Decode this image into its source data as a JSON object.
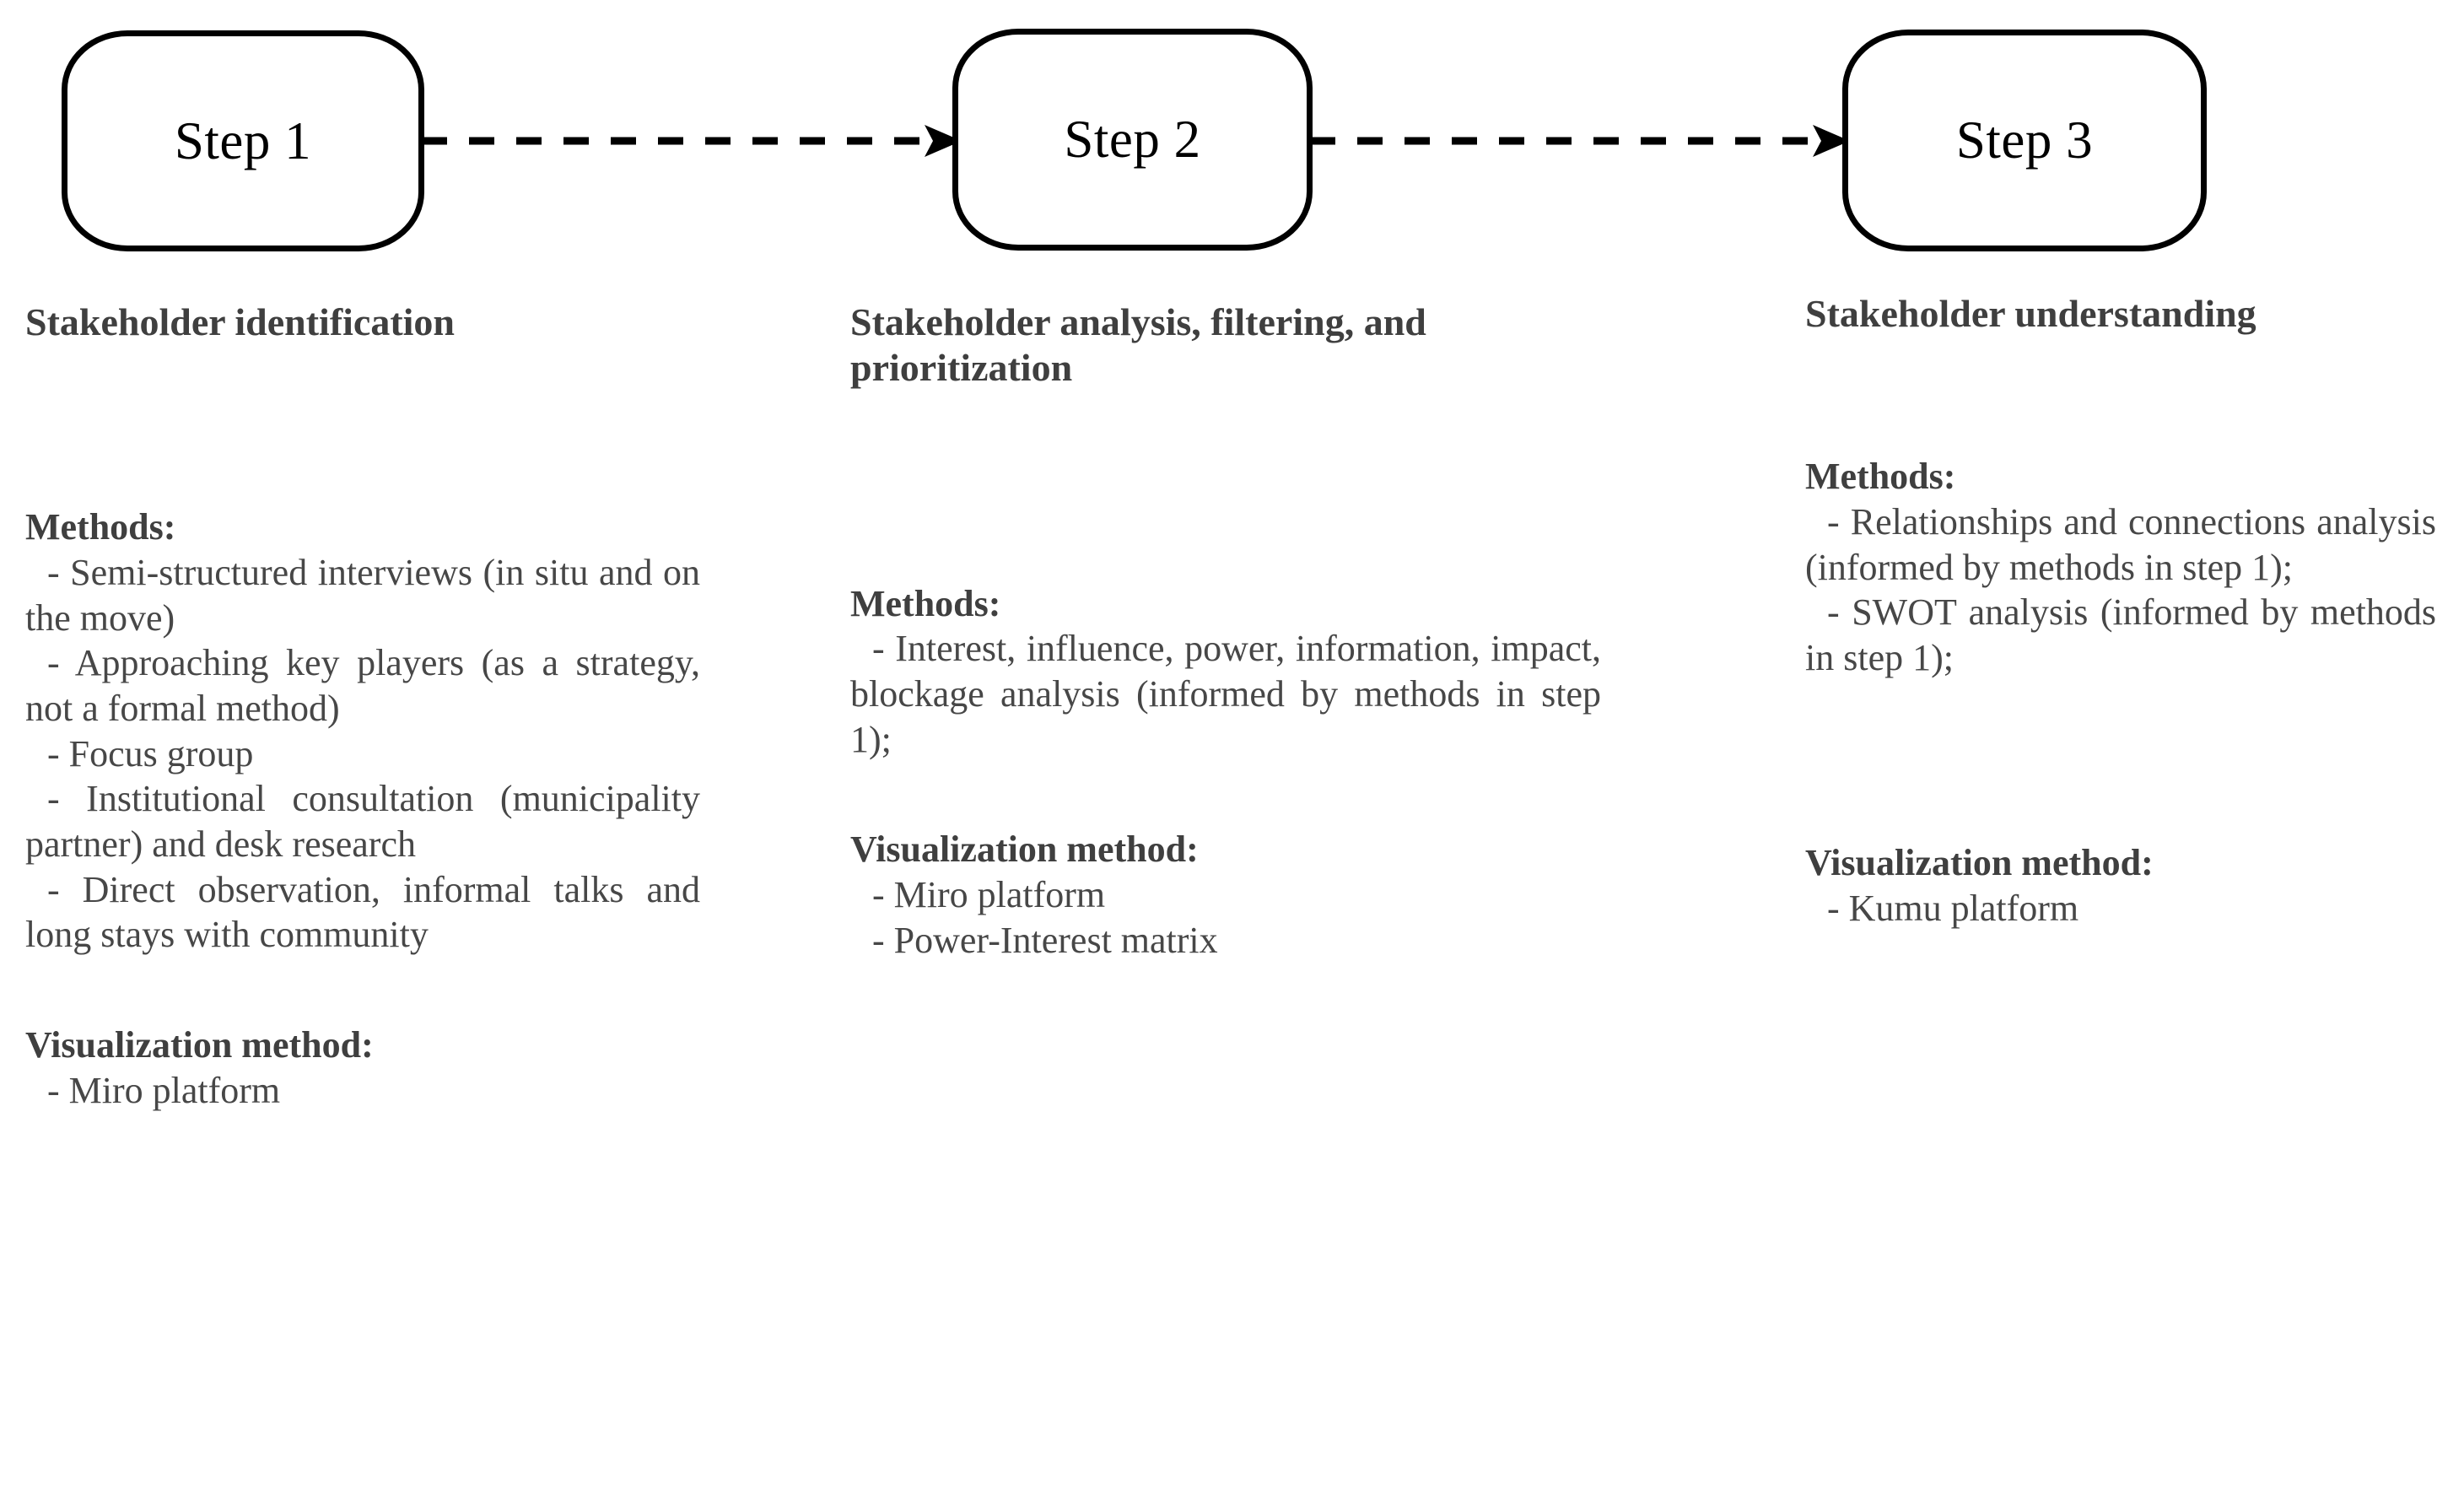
{
  "diagram": {
    "title_text_color": "#3f3f3f",
    "body_text_color": "#474747",
    "box_stroke_color": "#000000",
    "connector_style": "dashed-arrow"
  },
  "steps": [
    {
      "id": "step-1",
      "label": "Step 1"
    },
    {
      "id": "step-2",
      "label": "Step 2"
    },
    {
      "id": "step-3",
      "label": "Step 3"
    }
  ],
  "columns": [
    {
      "id": "column-1",
      "title": "Stakeholder identification",
      "methods": {
        "heading": "Methods:",
        "items": [
          "-  Semi-structured interviews (in situ and on the move)",
          "-  Approaching key players (as a strategy, not a formal method)",
          "- Focus group",
          "-  Institutional consultation (municipality partner) and desk research",
          "- Direct observation, informal talks and long stays with community"
        ]
      },
      "visualization": {
        "heading": "Visualization method:",
        "items": [
          "- Miro platform"
        ]
      }
    },
    {
      "id": "column-2",
      "title": "Stakeholder analysis, filtering, and prioritization",
      "methods": {
        "heading": "Methods:",
        "items": [
          "-  Interest, influence, power, information, impact, blockage analysis (informed by methods in step 1);"
        ]
      },
      "visualization": {
        "heading": "Visualization method:",
        "items": [
          "- Miro platform",
          "- Power-Interest matrix"
        ]
      }
    },
    {
      "id": "column-3",
      "title": "Stakeholder understanding",
      "methods": {
        "heading": "Methods:",
        "items": [
          "-    Relationships and connections analysis (informed by methods in step 1);",
          "- SWOT analysis (informed by methods in step 1);"
        ]
      },
      "visualization": {
        "heading": "Visualization method:",
        "items": [
          "- Kumu platform"
        ]
      }
    }
  ]
}
